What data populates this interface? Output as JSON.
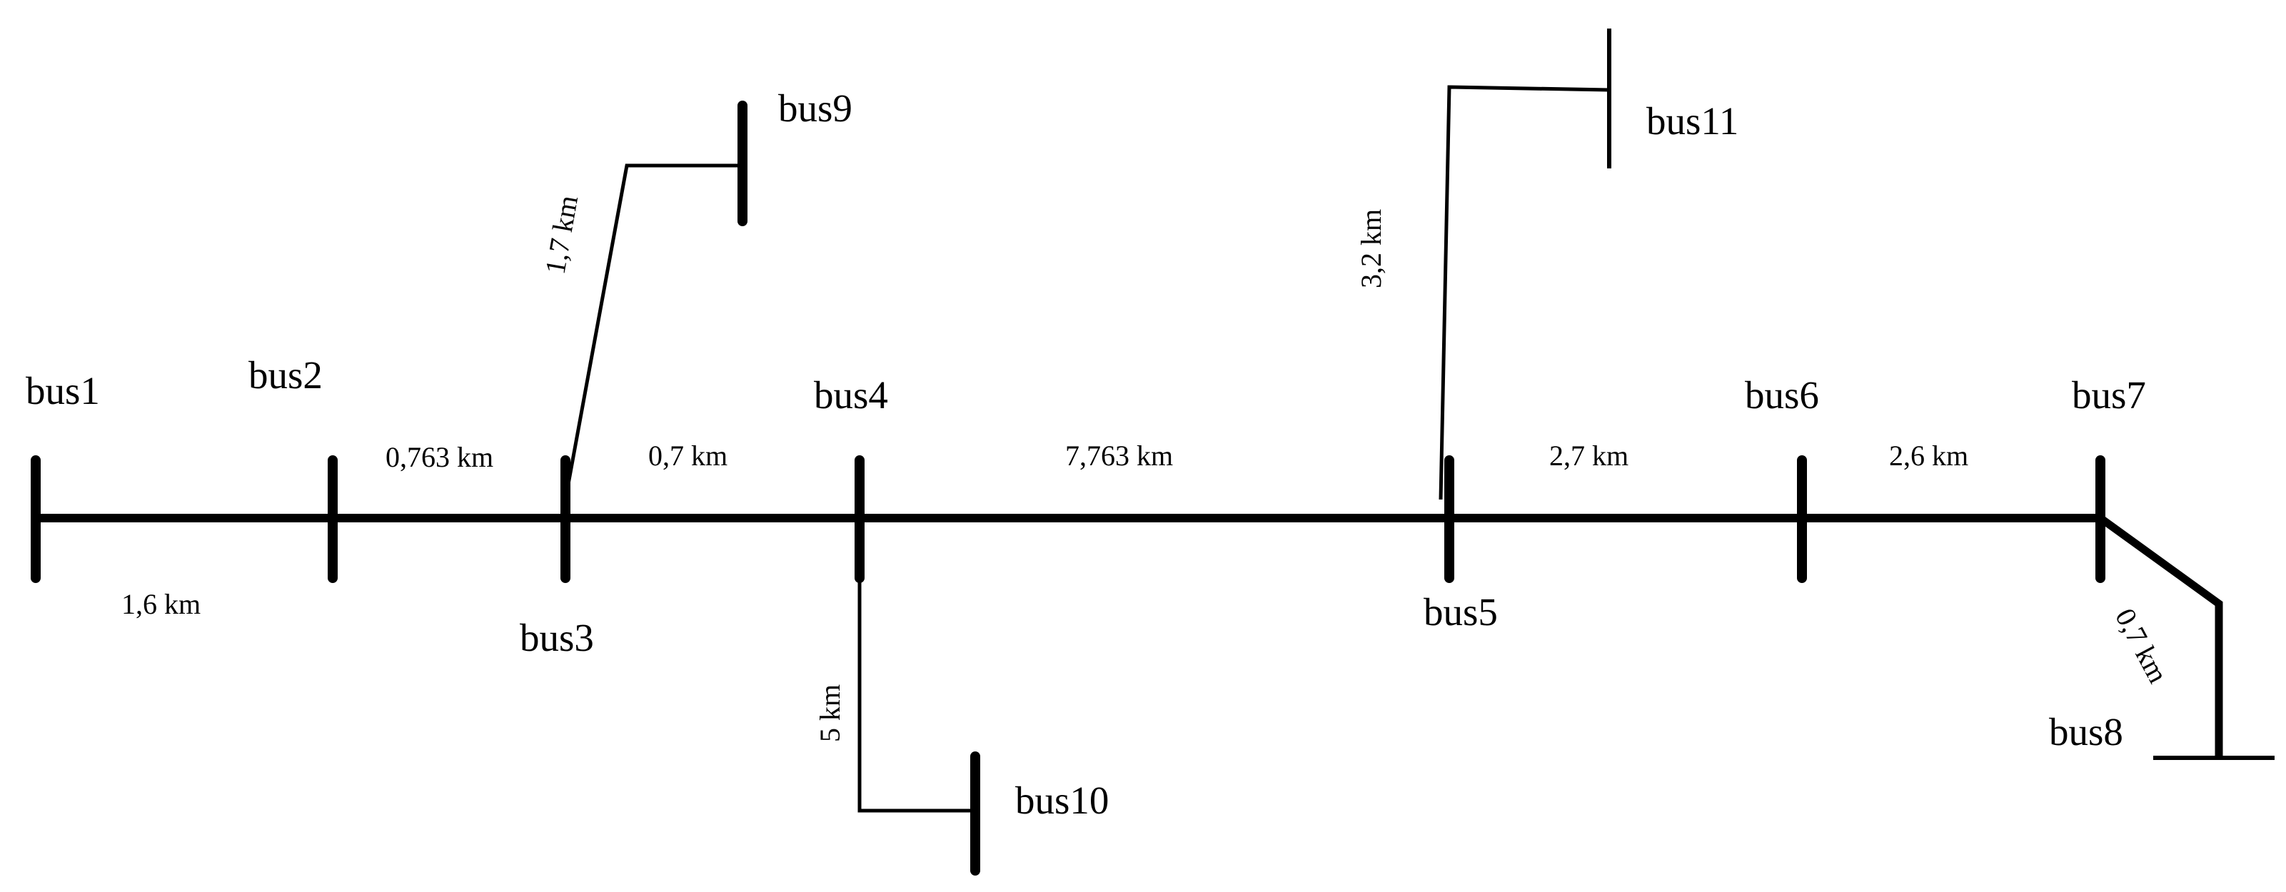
{
  "buses": {
    "bus1": "bus1",
    "bus2": "bus2",
    "bus3": "bus3",
    "bus4": "bus4",
    "bus5": "bus5",
    "bus6": "bus6",
    "bus7": "bus7",
    "bus8": "bus8",
    "bus9": "bus9",
    "bus10": "bus10",
    "bus11": "bus11"
  },
  "lines": {
    "bus1_bus2": "1,6 km",
    "bus2_bus3": "0,763 km",
    "bus3_bus4": "0,7 km",
    "bus4_bus5": "7,763 km",
    "bus5_bus6": "2,7 km",
    "bus6_bus7": "2,6 km",
    "bus7_bus8": "0,7 km",
    "bus3_bus9": "1,7 km",
    "bus4_bus10": "5 km",
    "bus5_bus11": "3,2 km"
  }
}
